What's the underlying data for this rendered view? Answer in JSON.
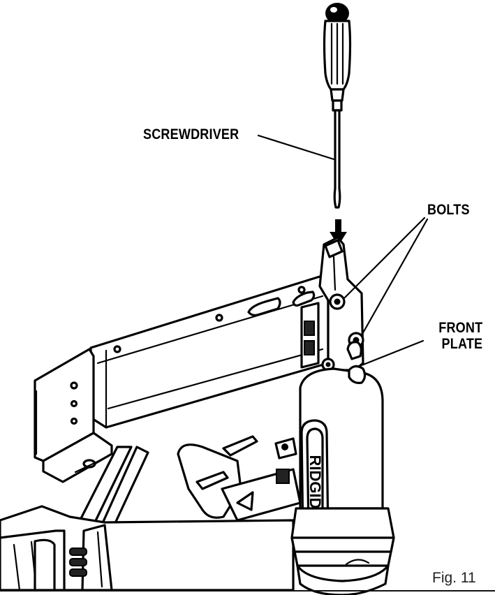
{
  "labels": {
    "screwdriver": "SCREWDRIVER",
    "bolts": "BOLTS",
    "front_plate_line1": "FRONT",
    "front_plate_line2": "PLATE"
  },
  "brand_logo": "RIDGID",
  "figure_caption": "Fig. 11",
  "icons": [
    "screwdriver-icon",
    "down-arrow-icon",
    "nailer-tool-illustration"
  ]
}
